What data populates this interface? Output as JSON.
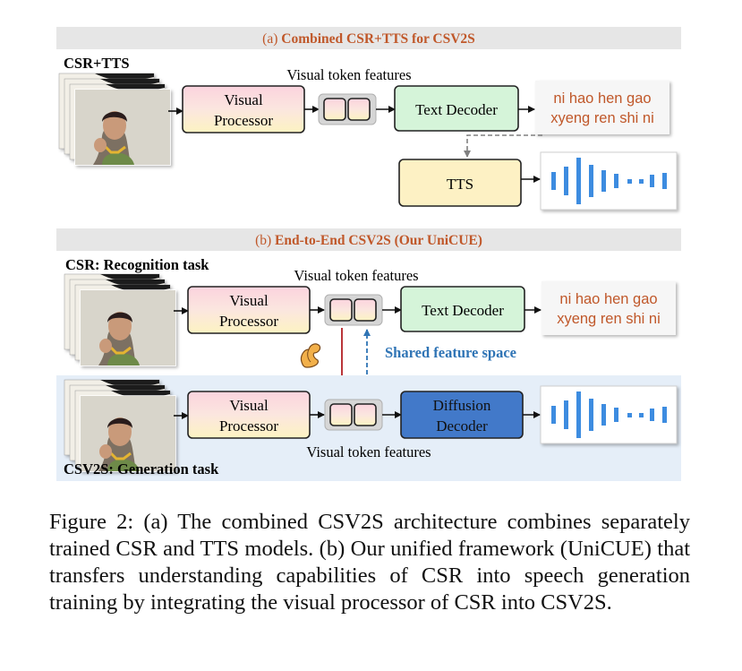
{
  "panel_a": {
    "header_prefix": "(a) ",
    "header_title": "Combined CSR+TTS for CSV2S",
    "task_label": "CSR+TTS",
    "visual_processor_line1": "Visual",
    "visual_processor_line2": "Processor",
    "token_features_label": "Visual token features",
    "text_decoder_label": "Text Decoder",
    "output_text_line1": "ni hao hen gao",
    "output_text_line2": "xyeng ren shi ni",
    "tts_label": "TTS"
  },
  "panel_b": {
    "header_prefix": "(b) ",
    "header_title": "End-to-End CSV2S (Our UniCUE)",
    "csr_task_label": "CSR: Recognition task",
    "visual_processor_line1": "Visual",
    "visual_processor_line2": "Processor",
    "token_features_label_top": "Visual token features",
    "text_decoder_label": "Text Decoder",
    "output_text_line1": "ni hao hen gao",
    "output_text_line2": "xyeng ren shi ni",
    "shared_space_label": "Shared feature space",
    "diffusion_decoder_line1": "Diffusion",
    "diffusion_decoder_line2": "Decoder",
    "token_features_label_bottom": "Visual token features",
    "gen_task_label": "CSV2S: Generation task"
  },
  "colors": {
    "header_bg": "#e6e6e6",
    "header_accent": "#c0582a",
    "processor_pink": "#fbd9e1",
    "processor_yellow": "#fdf1c4",
    "decoder_green": "#d5f4d9",
    "tts_yellow": "#fdf1c4",
    "diffusion_blue": "#4279c9",
    "wave_blue": "#3c8ce0",
    "shared_blue": "#2f74b5",
    "gen_bg": "#e5eef8",
    "red_arrow": "#b21f24"
  },
  "caption": "Figure 2: (a) The combined CSV2S architecture combines separately trained CSR and TTS models. (b) Our unified framework (UniCUE) that transfers understanding capabilities of CSR into speech generation training by integrating the visual processor of CSR into CSV2S."
}
